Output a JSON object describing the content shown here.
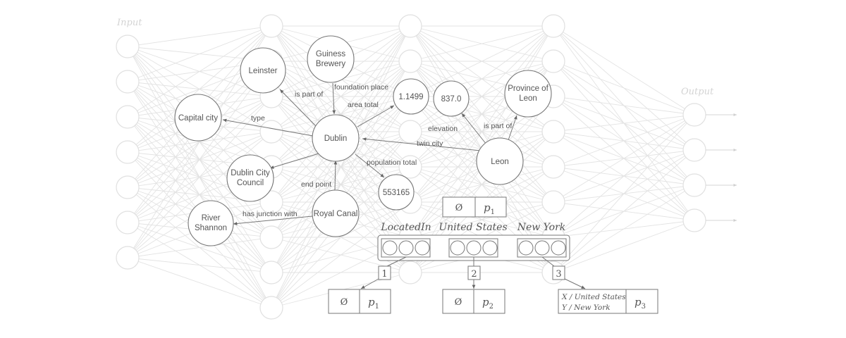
{
  "network": {
    "input_label": "Input",
    "output_label": "Output"
  },
  "kg": {
    "nodes": {
      "leinster": [
        "Leinster"
      ],
      "guiness": [
        "Guiness",
        "Brewery"
      ],
      "capital_city": [
        "Capital city"
      ],
      "dublin": [
        "Dublin"
      ],
      "dublin_council": [
        "Dublin City",
        "Council"
      ],
      "river_shannon": [
        "River",
        "Shannon"
      ],
      "royal_canal": [
        "Royal Canal"
      ],
      "area_value": [
        "1.1499"
      ],
      "population_value": [
        "553165"
      ],
      "elevation_value": [
        "837.0"
      ],
      "province_leon": [
        "Province of",
        "Leon"
      ],
      "leon": [
        "Leon"
      ]
    },
    "edges": {
      "is_part_of_1": "is part of",
      "foundation_place": "foundation place",
      "area_total": "area total",
      "type": "type",
      "population_total": "population total",
      "end_point": "end point",
      "has_junction_with": "has junction with",
      "elevation": "elevation",
      "is_part_of_2": "is part of",
      "twin_city": "twin city"
    }
  },
  "triple": {
    "tokens": [
      "LocatedIn",
      "United States",
      "New York"
    ],
    "top_box": {
      "left": "Ø",
      "right": "p",
      "right_sub": "1"
    },
    "steps": [
      "1",
      "2",
      "3"
    ],
    "bottom_boxes": [
      {
        "left": "Ø",
        "right": "p",
        "right_sub": "1"
      },
      {
        "left": "Ø",
        "right": "p",
        "right_sub": "2"
      },
      {
        "left_lines": [
          "X / United States",
          "Y / New York"
        ],
        "right": "p",
        "right_sub": "3"
      }
    ]
  }
}
